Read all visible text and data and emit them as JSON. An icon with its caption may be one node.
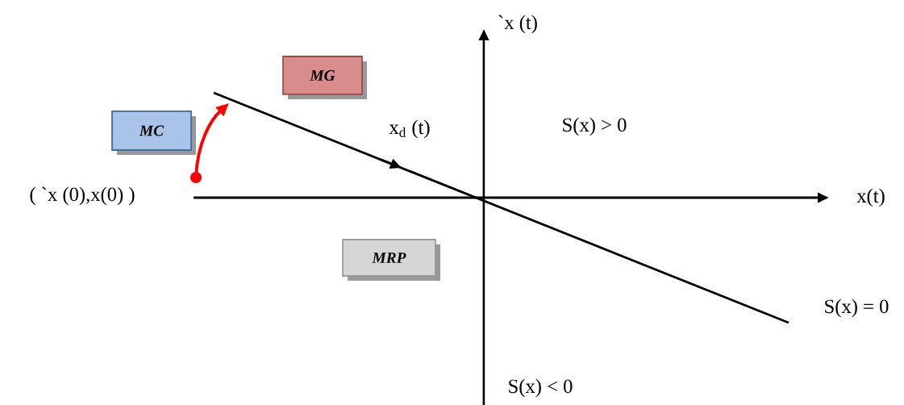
{
  "diagram": {
    "nodes": [
      {
        "text": [
          "MC"
        ]
      },
      {
        "text": [
          "MG"
        ]
      },
      {
        "text": [
          "MRP"
        ]
      }
    ],
    "labels": [
      "`x (t)",
      "x$_{d}$ (t)",
      "S(x) > 0",
      "( `x (0),x(0) )",
      "x(t)",
      "S(x) = 0",
      "S(x) < 0"
    ]
  }
}
